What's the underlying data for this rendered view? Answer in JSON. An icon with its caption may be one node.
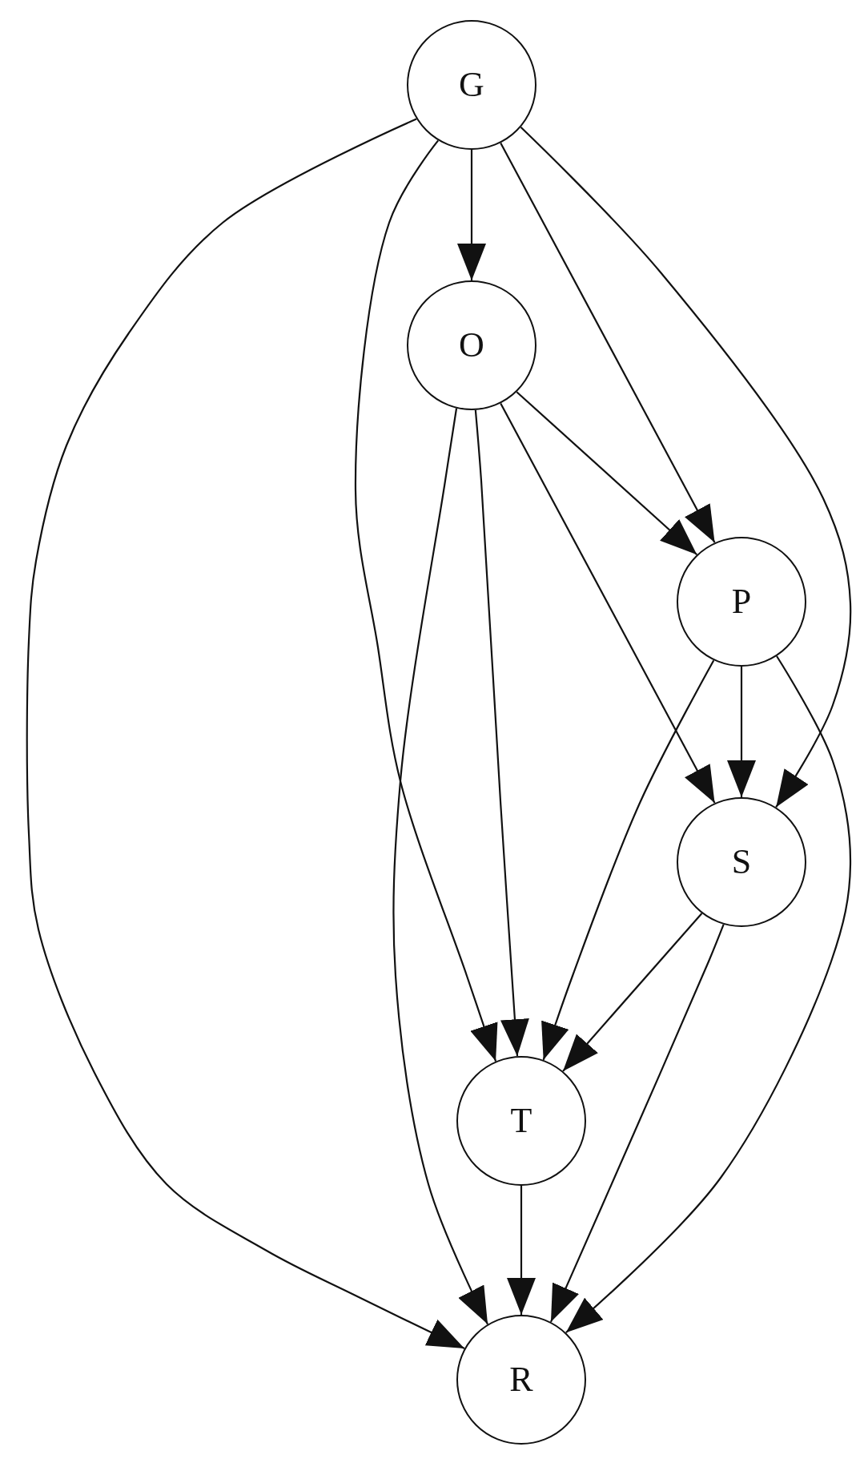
{
  "diagram": {
    "nodes": [
      {
        "text": [
          "G"
        ]
      },
      {
        "text": [
          "O"
        ]
      },
      {
        "text": [
          "P"
        ]
      },
      {
        "text": [
          "S"
        ]
      },
      {
        "text": [
          "T"
        ]
      },
      {
        "text": [
          "R"
        ]
      }
    ],
    "edges": [
      {
        "from": 0,
        "to": 1,
        "arrow": "to"
      },
      {
        "from": 0,
        "to": 2,
        "arrow": "to"
      },
      {
        "from": 0,
        "to": 3,
        "arrow": "to"
      },
      {
        "from": 0,
        "to": 4,
        "arrow": "to"
      },
      {
        "from": 0,
        "to": 5,
        "arrow": "to"
      },
      {
        "from": 1,
        "to": 2,
        "arrow": "to"
      },
      {
        "from": 1,
        "to": 3,
        "arrow": "to"
      },
      {
        "from": 1,
        "to": 4,
        "arrow": "to"
      },
      {
        "from": 1,
        "to": 5,
        "arrow": "to"
      },
      {
        "from": 2,
        "to": 3,
        "arrow": "to"
      },
      {
        "from": 2,
        "to": 4,
        "arrow": "to"
      },
      {
        "from": 2,
        "to": 5,
        "arrow": "to"
      },
      {
        "from": 3,
        "to": 4,
        "arrow": "to"
      },
      {
        "from": 3,
        "to": 5,
        "arrow": "to"
      },
      {
        "from": 4,
        "to": 5,
        "arrow": "to"
      }
    ]
  }
}
